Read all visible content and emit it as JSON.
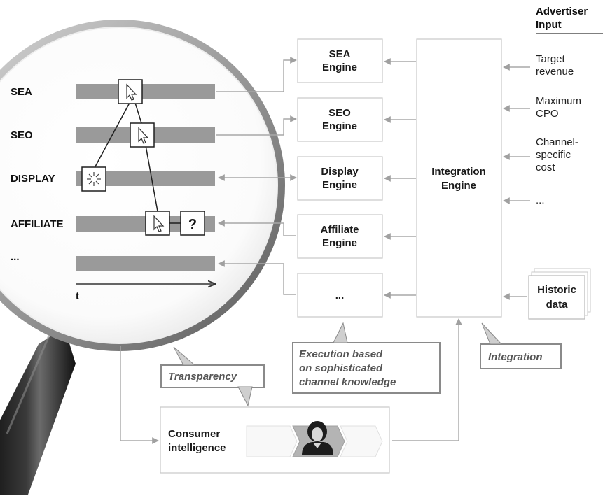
{
  "channels": [
    "SEA",
    "SEO",
    "DISPLAY",
    "AFFILIATE",
    "..."
  ],
  "time_axis_label": "t",
  "unknown_marker": "?",
  "engines": [
    {
      "line1": "SEA",
      "line2": "Engine"
    },
    {
      "line1": "SEO",
      "line2": "Engine"
    },
    {
      "line1": "Display",
      "line2": "Engine"
    },
    {
      "line1": "Affiliate",
      "line2": "Engine"
    },
    {
      "line1": "...",
      "line2": ""
    }
  ],
  "integration_engine": {
    "line1": "Integration",
    "line2": "Engine"
  },
  "advertiser_input": {
    "title_line1": "Advertiser",
    "title_line2": "Input",
    "items": [
      [
        "Target",
        "revenue"
      ],
      [
        "Maximum",
        "CPO"
      ],
      [
        "Channel-",
        "specific",
        "cost"
      ],
      [
        "..."
      ]
    ]
  },
  "historic_data": {
    "line1": "Historic",
    "line2": "data"
  },
  "callouts": {
    "transparency": "Transparency",
    "execution": [
      "Execution based",
      "on sophisticated",
      "channel knowledge"
    ],
    "integration": "Integration"
  },
  "consumer_intelligence": {
    "line1": "Consumer",
    "line2": "intelligence"
  },
  "colors": {
    "bar": "#9a9a9a",
    "arrow": "#a8a8a8",
    "box_border": "#c8c8c8",
    "callout_border": "#8a8a8a",
    "handle": "#1f1f1f"
  }
}
